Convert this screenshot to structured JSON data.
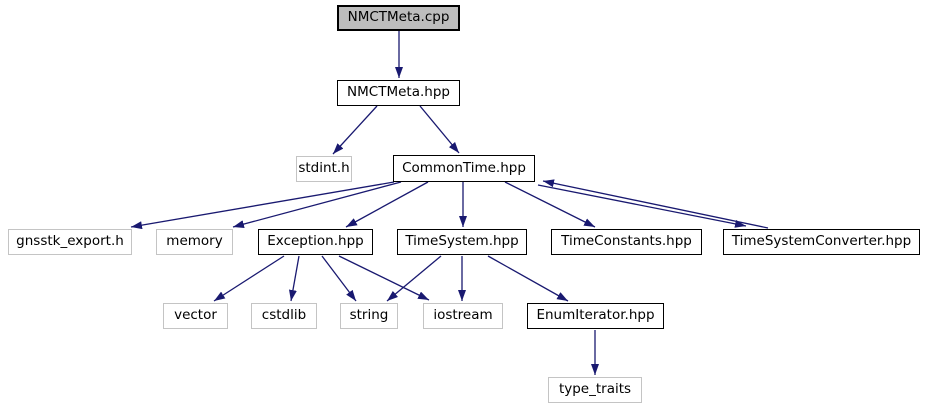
{
  "colors": {
    "edge": "#191970",
    "root_fill": "#BDBDBD",
    "node_border": "#000000",
    "external_border": "#C4C4C4",
    "background": "#FFFFFF"
  },
  "nodes": {
    "nmctmeta_cpp": {
      "label": "NMCTMeta.cpp",
      "type": "root"
    },
    "nmctmeta_hpp": {
      "label": "NMCTMeta.hpp",
      "type": "documented"
    },
    "stdint_h": {
      "label": "stdint.h",
      "type": "external"
    },
    "commontime_hpp": {
      "label": "CommonTime.hpp",
      "type": "documented"
    },
    "gnsstk_export_h": {
      "label": "gnsstk_export.h",
      "type": "external"
    },
    "memory": {
      "label": "memory",
      "type": "external"
    },
    "exception_hpp": {
      "label": "Exception.hpp",
      "type": "documented"
    },
    "timesystem_hpp": {
      "label": "TimeSystem.hpp",
      "type": "documented"
    },
    "timeconstants_hpp": {
      "label": "TimeConstants.hpp",
      "type": "documented"
    },
    "timesystemconverter_hpp": {
      "label": "TimeSystemConverter.hpp",
      "type": "documented"
    },
    "vector": {
      "label": "vector",
      "type": "external"
    },
    "cstdlib": {
      "label": "cstdlib",
      "type": "external"
    },
    "string": {
      "label": "string",
      "type": "external"
    },
    "iostream": {
      "label": "iostream",
      "type": "external"
    },
    "enumiterator_hpp": {
      "label": "EnumIterator.hpp",
      "type": "documented"
    },
    "type_traits": {
      "label": "type_traits",
      "type": "external"
    }
  },
  "edges": [
    {
      "from": "NMCTMeta.cpp",
      "to": "NMCTMeta.hpp"
    },
    {
      "from": "NMCTMeta.hpp",
      "to": "stdint.h"
    },
    {
      "from": "NMCTMeta.hpp",
      "to": "CommonTime.hpp"
    },
    {
      "from": "CommonTime.hpp",
      "to": "gnsstk_export.h"
    },
    {
      "from": "CommonTime.hpp",
      "to": "memory"
    },
    {
      "from": "CommonTime.hpp",
      "to": "Exception.hpp"
    },
    {
      "from": "CommonTime.hpp",
      "to": "TimeSystem.hpp"
    },
    {
      "from": "CommonTime.hpp",
      "to": "TimeConstants.hpp"
    },
    {
      "from": "CommonTime.hpp",
      "to": "TimeSystemConverter.hpp"
    },
    {
      "from": "TimeSystemConverter.hpp",
      "to": "CommonTime.hpp"
    },
    {
      "from": "Exception.hpp",
      "to": "vector"
    },
    {
      "from": "Exception.hpp",
      "to": "cstdlib"
    },
    {
      "from": "Exception.hpp",
      "to": "string"
    },
    {
      "from": "Exception.hpp",
      "to": "iostream"
    },
    {
      "from": "TimeSystem.hpp",
      "to": "string"
    },
    {
      "from": "TimeSystem.hpp",
      "to": "iostream"
    },
    {
      "from": "TimeSystem.hpp",
      "to": "EnumIterator.hpp"
    },
    {
      "from": "EnumIterator.hpp",
      "to": "type_traits"
    }
  ]
}
